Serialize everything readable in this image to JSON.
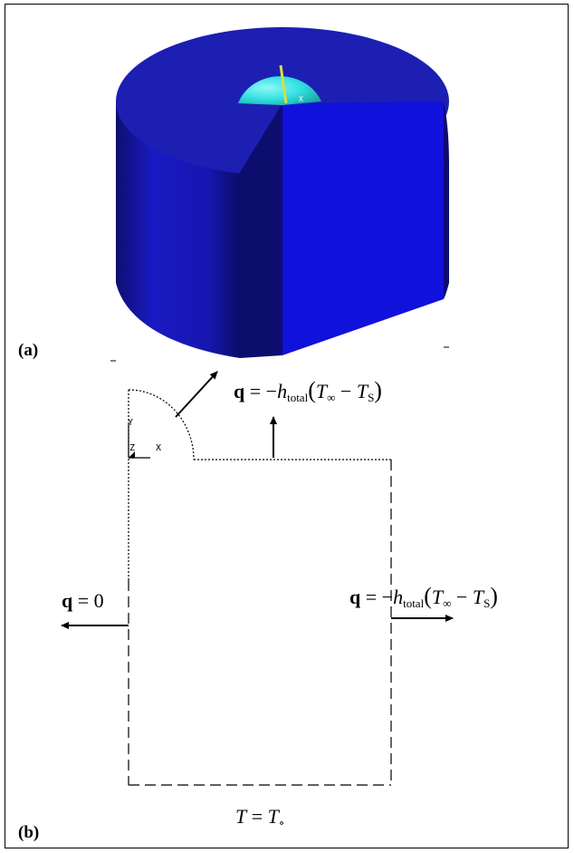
{
  "panel_a": {
    "label": "(a)"
  },
  "panel_b": {
    "label": "(b)",
    "axis": {
      "y": "Y",
      "z": "Z",
      "x": "X"
    },
    "top_right_bc": {
      "q": "q",
      "eq": "= −",
      "h": "h",
      "sub": "total",
      "open": "(",
      "tinf": "T",
      "tinf_sub": "∞",
      "minus": " − ",
      "ts": "T",
      "ts_sub": "S",
      "close": ")"
    },
    "right_bc": {
      "q": "q",
      "eq": "= −",
      "h": "h",
      "sub": "total",
      "open": "(",
      "tinf": "T",
      "tinf_sub": "∞",
      "minus": " − ",
      "ts": "T",
      "ts_sub": "S",
      "close": ")"
    },
    "left_bc": {
      "q": "q",
      "rest": " = 0"
    },
    "bottom_bc": {
      "t": "T",
      "eq": " = ",
      "t0": "T",
      "t0_sub": "∘"
    }
  },
  "colors": {
    "solid_top": "#1c1fb0",
    "solid_side": "#1818c8",
    "solid_dark": "#0d0d78",
    "cut_face": "#1111e0",
    "sphere": "#34e0e0"
  }
}
